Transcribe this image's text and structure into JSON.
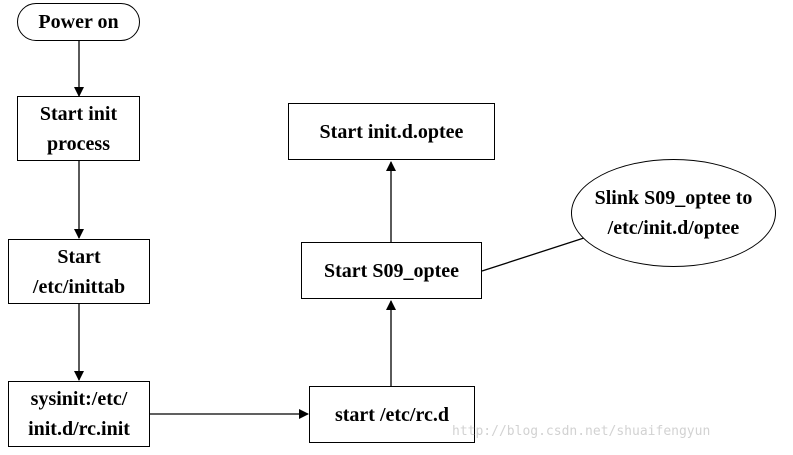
{
  "nodes": {
    "power_on": "Power  on",
    "start_init_process": "Start init\nprocess",
    "start_inittab": "Start\n/etc/inittab",
    "sysinit": "sysinit:/etc/\ninit.d/rc.init",
    "start_rcd": "start /etc/rc.d",
    "start_s09": "Start S09_optee",
    "start_initd_optee": "Start init.d.optee",
    "slink": "Slink S09_optee to\n/etc/init.d/optee"
  },
  "watermark": "http://blog.csdn.net/shuaifengyun"
}
